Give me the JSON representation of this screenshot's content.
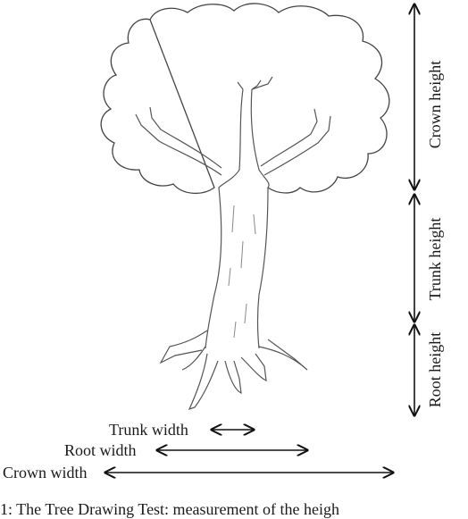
{
  "labels": {
    "crown_height": "Crown height",
    "trunk_height": "Trunk height",
    "root_height": "Root height",
    "trunk_width": "Trunk width",
    "root_width": "Root width",
    "crown_width": "Crown width"
  },
  "caption": "1: The Tree Drawing Test: measurement of the heigh"
}
